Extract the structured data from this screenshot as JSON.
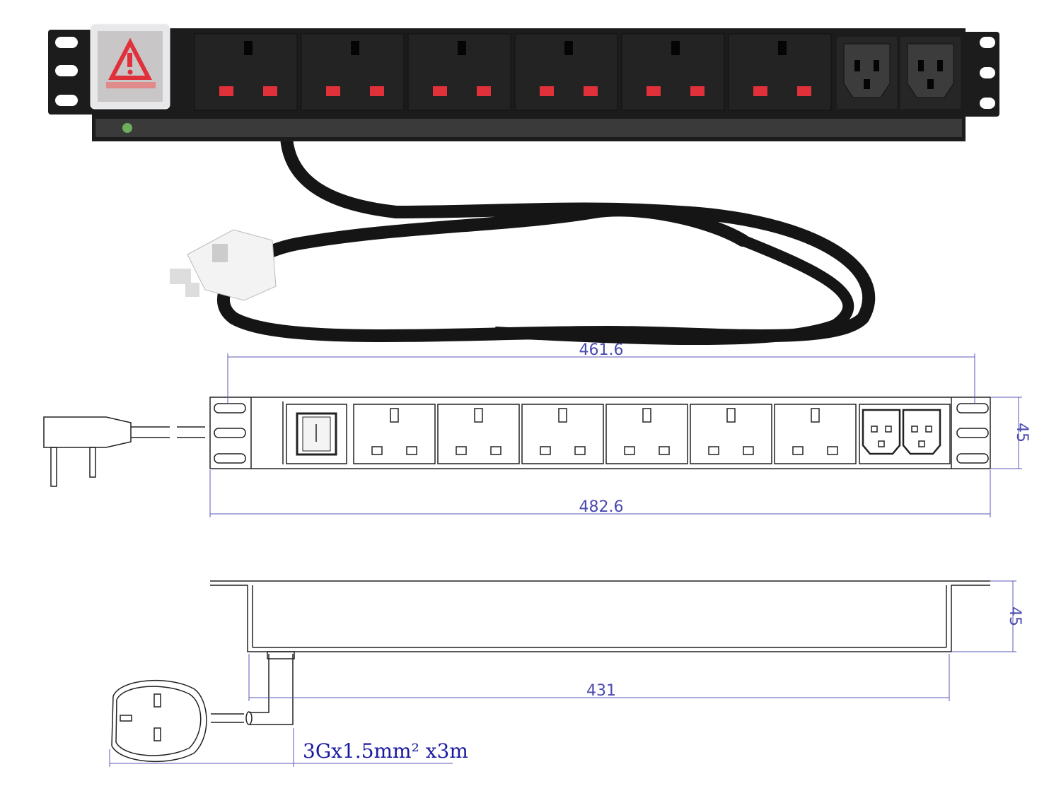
{
  "photo": {
    "socket_count": 6,
    "iec_count": 2,
    "switch_cover_color": "#e8e8ea",
    "indicator_color": "#e0303a",
    "body_color": "#1c1c1c"
  },
  "front_view": {
    "dimensions": {
      "mounting_width": "461.6",
      "overall_width": "482.6",
      "height": "45"
    },
    "socket_count": 6,
    "iec_count": 2
  },
  "side_view": {
    "dimensions": {
      "body_length": "431",
      "height": "45"
    },
    "cable_spec": "3Gx1.5mm² x3m"
  },
  "colors": {
    "dimension_line": "#5a5ab8",
    "drawing_line": "#222222"
  }
}
